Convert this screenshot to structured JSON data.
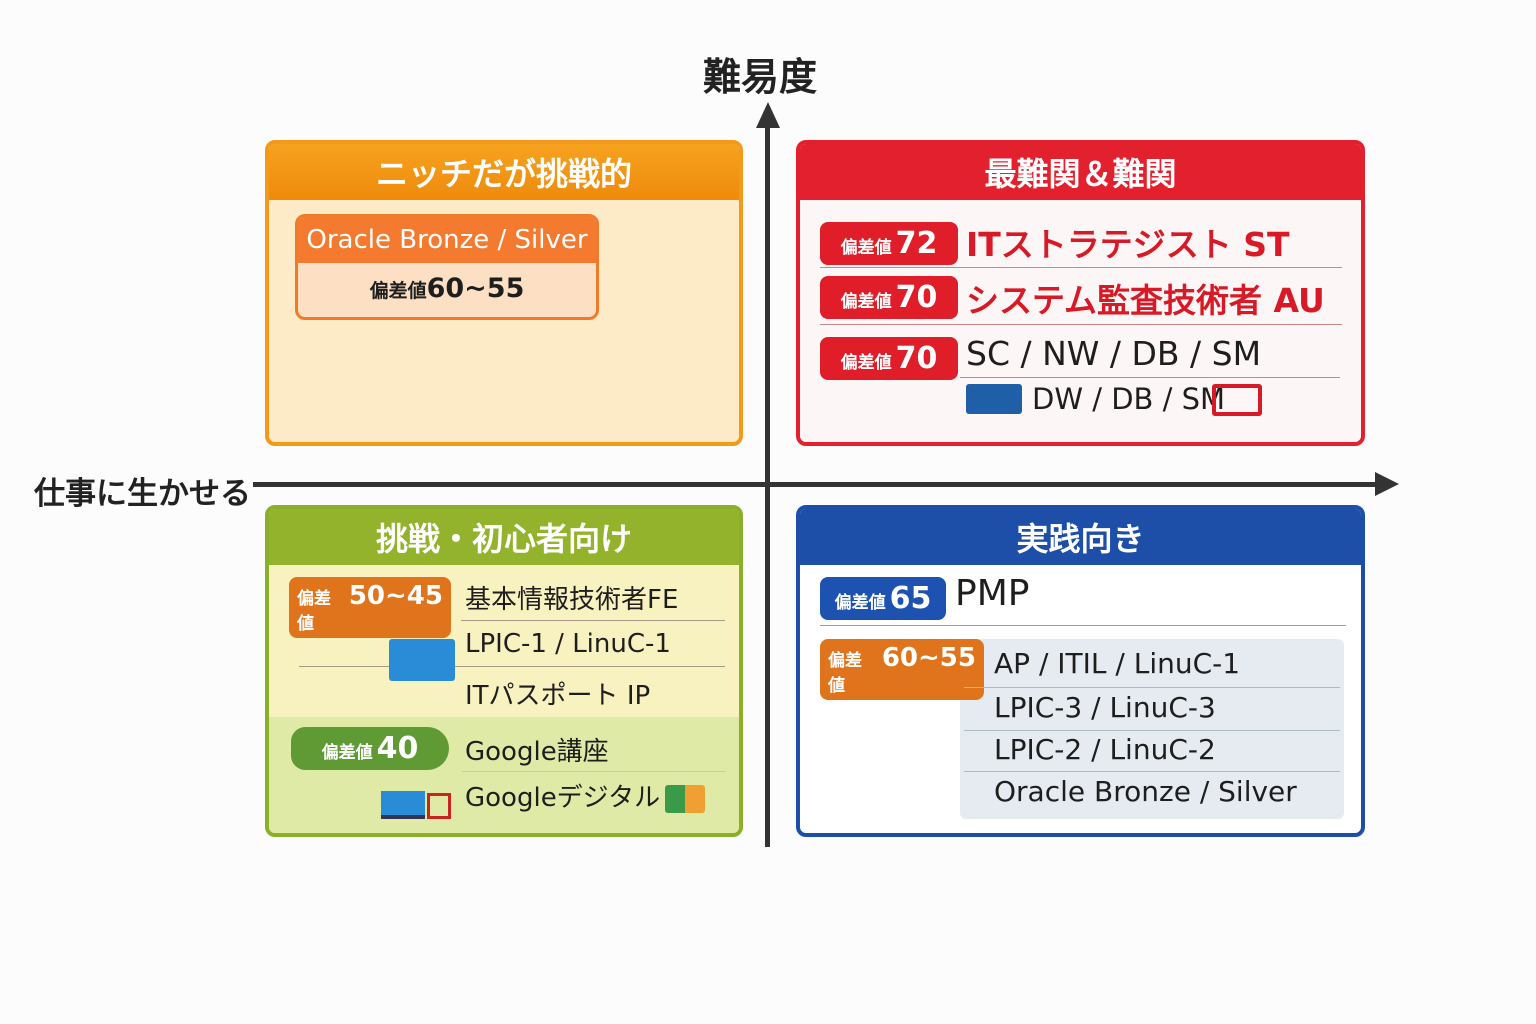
{
  "axes": {
    "y_label": "難易度",
    "x_label": "仕事に生かせる"
  },
  "quadrants": {
    "top_left": {
      "title": "ニッチだが挑戦的",
      "card": {
        "title": "Oracle Bronze / Silver",
        "badge_prefix": "偏差値",
        "badge_value": "60~55"
      },
      "color": "#f08a10"
    },
    "top_right": {
      "title": "最難関＆難関",
      "color": "#e3202d",
      "rows": [
        {
          "badge_prefix": "偏差値",
          "badge_value": "72",
          "label": "ITストラテジスト ST"
        },
        {
          "badge_prefix": "偏差値",
          "badge_value": "70",
          "label": "システム監査技術者 AU"
        },
        {
          "badge_prefix": "偏差値",
          "badge_value": "70",
          "label": "SC / NW / DB / SM",
          "sub": "DW / DB / SM"
        }
      ]
    },
    "bottom_left": {
      "title": "挑戦・初心者向け",
      "color": "#8ab02a",
      "groups": [
        {
          "badge_prefix": "偏差値",
          "badge_value": "50~45",
          "items": [
            "基本情報技術者FE",
            "LPIC-1 / LinuC-1",
            "ITパスポート IP"
          ]
        },
        {
          "badge_prefix": "偏差値",
          "badge_value": "40",
          "items": [
            "Google講座",
            "Googleデジタル"
          ]
        }
      ]
    },
    "bottom_right": {
      "title": "実践向き",
      "color": "#1d4fa8",
      "groups": [
        {
          "badge_prefix": "偏差値",
          "badge_value": "65",
          "items": [
            "PMP"
          ]
        },
        {
          "badge_prefix": "偏差値",
          "badge_value": "60~55",
          "items": [
            "AP / ITIL / LinuC-1",
            "LPIC-3 / LinuC-3",
            "LPIC-2 / LinuC-2",
            "Oracle Bronze / Silver"
          ]
        }
      ]
    }
  }
}
